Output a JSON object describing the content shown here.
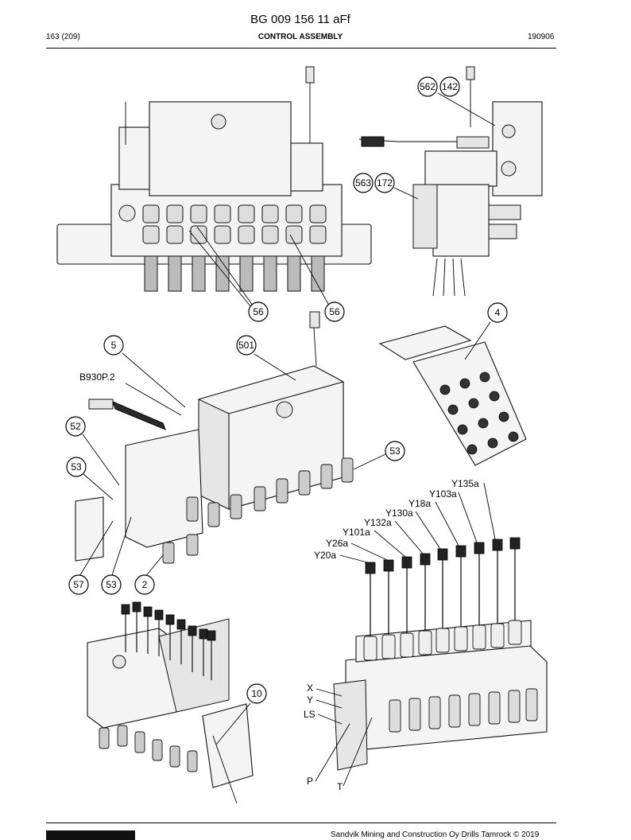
{
  "header": {
    "doc_id": "BG 009 156 11 aFf",
    "page": "163 (209)",
    "section": "CONTROL ASSEMBLY",
    "date": "190906"
  },
  "footer": {
    "copyright": "Sandvik Mining and Construction Oy Drills Tamrock © 2019"
  },
  "callouts": {
    "c562": "562",
    "c142": "142",
    "c563": "563",
    "c172": "172",
    "c56a": "56",
    "c56b": "56",
    "c4": "4",
    "c5": "5",
    "c501": "501",
    "c52": "52",
    "c53a": "53",
    "c53b": "53",
    "c53c": "53",
    "c57": "57",
    "c2": "2",
    "c10": "10"
  },
  "labels": {
    "b930": "B930P.2",
    "y135a": "Y135a",
    "y103a": "Y103a",
    "y18a": "Y18a",
    "y130a": "Y130a",
    "y132a": "Y132a",
    "y101a": "Y101a",
    "y26a": "Y26a",
    "y20a": "Y20a",
    "x": "X",
    "y": "Y",
    "ls": "LS",
    "p": "P",
    "t": "T"
  }
}
